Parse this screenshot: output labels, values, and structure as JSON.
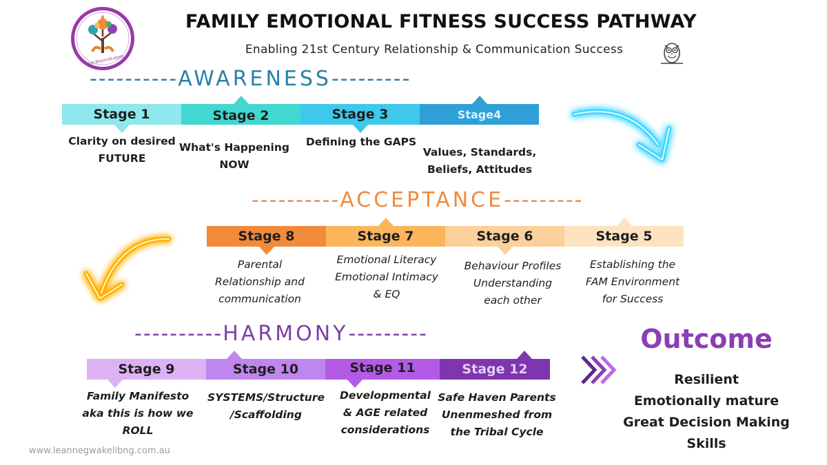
{
  "header": {
    "title": "FAMILY EMOTIONAL FITNESS SUCCESS PATHWAY",
    "subtitle": "Enabling 21st Century Relationship & Communication Success",
    "logo_text": "Live BeyondLabels"
  },
  "awareness": {
    "title": "AWARENESS",
    "dashes_left": "----------",
    "dashes_right": "---------",
    "color": "#2a7fa6",
    "stages": [
      {
        "label": "Stage 1",
        "color": "#8ee8ee",
        "text_lines": [
          "Clarity on desired",
          "FUTURE"
        ]
      },
      {
        "label": "Stage 2",
        "color": "#42d8d2",
        "text_lines": [
          "What's Happening",
          "NOW"
        ]
      },
      {
        "label": "Stage 3",
        "color": "#3ec8ec",
        "text_lines": [
          "Defining the GAPS"
        ]
      },
      {
        "label": "Stage4",
        "color": "#2f9fd8",
        "text_lines": [
          "Values, Standards,",
          "Beliefs, Attitudes"
        ]
      }
    ]
  },
  "acceptance": {
    "title": "ACCEPTANCE",
    "dashes_left": "----------",
    "dashes_right": "---------",
    "color": "#f08a3e",
    "stages": [
      {
        "label": "Stage 8",
        "color": "#f28a3c",
        "text_lines": [
          "Parental",
          "Relationship and",
          "communication"
        ]
      },
      {
        "label": "Stage 7",
        "color": "#fbb65c",
        "text_lines": [
          "Emotional Literacy",
          "Emotional Intimacy",
          "& EQ"
        ]
      },
      {
        "label": "Stage 6",
        "color": "#fcd09b",
        "text_lines": [
          "Behaviour Profiles",
          "Understanding",
          "each other"
        ]
      },
      {
        "label": "Stage 5",
        "color": "#fde3bf",
        "text_lines": [
          "Establishing the",
          "FAM Environment",
          "for Success"
        ]
      }
    ]
  },
  "harmony": {
    "title": "HARMONY",
    "dashes_left": "----------",
    "dashes_right": "---------",
    "color": "#7b3fa6",
    "stages": [
      {
        "label": "Stage 9",
        "color": "#dcb2f4",
        "text_lines": [
          "Family Manifesto",
          "aka this is how we",
          "ROLL"
        ]
      },
      {
        "label": "Stage 10",
        "color": "#be86ee",
        "text_lines": [
          "SYSTEMS/Structure",
          "/Scaffolding"
        ]
      },
      {
        "label": "Stage 11",
        "color": "#b35ae6",
        "text_lines": [
          "Developmental",
          "& AGE related",
          "considerations"
        ]
      },
      {
        "label": "Stage 12",
        "color": "#7e35ad",
        "text_lines": [
          "Safe Haven Parents",
          "Unenmeshed from",
          "the Tribal Cycle"
        ]
      }
    ]
  },
  "outcome": {
    "title": "Outcome",
    "items": [
      "Resilient",
      "Emotionally mature",
      "Great Decision Making",
      "Skills"
    ]
  },
  "footer": {
    "url": "www.leannegwakelibng.com.au"
  },
  "icons": {
    "logo": "tree-hands-logo-icon",
    "owl": "owl-icon",
    "arrow1": "glowing-blue-arrow-icon",
    "arrow2": "glowing-yellow-arrow-icon",
    "chevrons": "purple-chevrons-icon"
  }
}
